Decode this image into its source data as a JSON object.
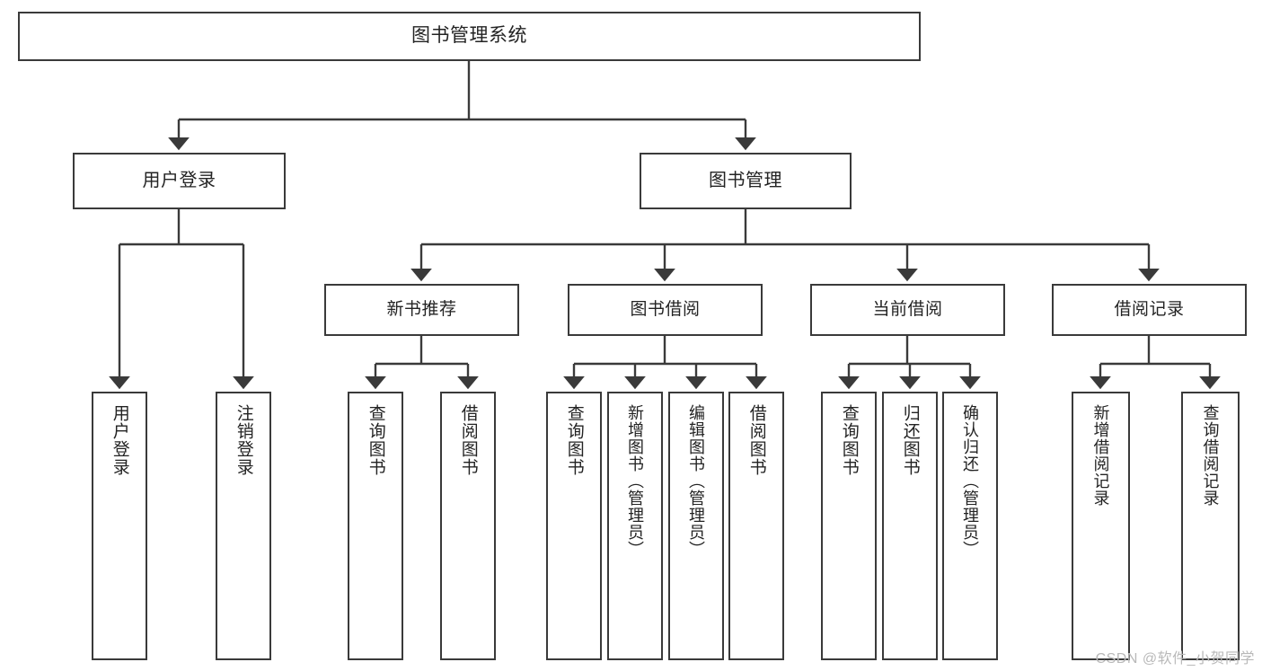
{
  "diagram": {
    "title": "图书管理系统",
    "type": "tree-hierarchy-chart",
    "root": {
      "id": "root",
      "label": "图书管理系统"
    },
    "level2": [
      {
        "id": "user-login",
        "label": "用户登录"
      },
      {
        "id": "book-manage",
        "label": "图书管理"
      }
    ],
    "level3": [
      {
        "id": "new-book-rec",
        "label": "新书推荐",
        "parent": "book-manage"
      },
      {
        "id": "book-borrow",
        "label": "图书借阅",
        "parent": "book-manage"
      },
      {
        "id": "current-borrow",
        "label": "当前借阅",
        "parent": "book-manage"
      },
      {
        "id": "borrow-record",
        "label": "借阅记录",
        "parent": "book-manage"
      }
    ],
    "leaves": {
      "user_login": [
        {
          "id": "leaf-user-login",
          "label": "用户登录"
        },
        {
          "id": "leaf-logout",
          "label": "注销登录"
        }
      ],
      "new_book_rec": [
        {
          "id": "leaf-query-book-1",
          "label": "查询图书"
        },
        {
          "id": "leaf-borrow-book-1",
          "label": "借阅图书"
        }
      ],
      "book_borrow": [
        {
          "id": "leaf-query-book-2",
          "label": "查询图书"
        },
        {
          "id": "leaf-add-book",
          "label": "新增图书（管理员）"
        },
        {
          "id": "leaf-edit-book",
          "label": "编辑图书（管理员）"
        },
        {
          "id": "leaf-borrow-book-2",
          "label": "借阅图书"
        }
      ],
      "current_borrow": [
        {
          "id": "leaf-query-book-3",
          "label": "查询图书"
        },
        {
          "id": "leaf-return-book",
          "label": "归还图书"
        },
        {
          "id": "leaf-confirm-return",
          "label": "确认归还（管理员）"
        }
      ],
      "borrow_record": [
        {
          "id": "leaf-add-record",
          "label": "新增借阅记录"
        },
        {
          "id": "leaf-query-record",
          "label": "查询借阅记录"
        }
      ]
    }
  },
  "watermark": {
    "text": "CSDN @软件_小贺同学"
  },
  "colors": {
    "box_border": "#3a3a3a",
    "box_fill": "#ffffff",
    "text": "#232323",
    "connector": "#3a3a3a",
    "watermark": "#b9b9b9",
    "background": "#ffffff"
  }
}
